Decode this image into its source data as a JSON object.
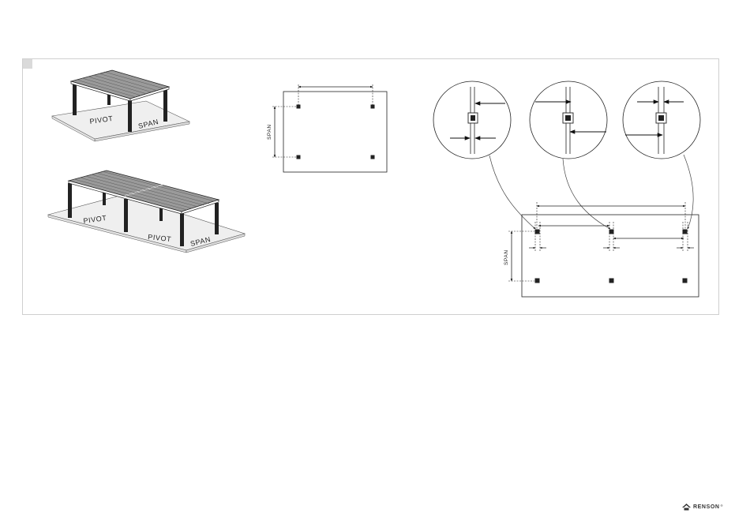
{
  "labels": {
    "pivot": "PIVOT",
    "span": "SPAN"
  },
  "logo": {
    "text": "RENSON",
    "mark": "®"
  },
  "colors": {
    "line": "#222222",
    "frame": "#cfcfcf",
    "marker": "#dadada",
    "ground": "#eeeeee"
  },
  "icons": [
    "renson-logo-icon",
    "arrow-icon",
    "post-icon"
  ]
}
